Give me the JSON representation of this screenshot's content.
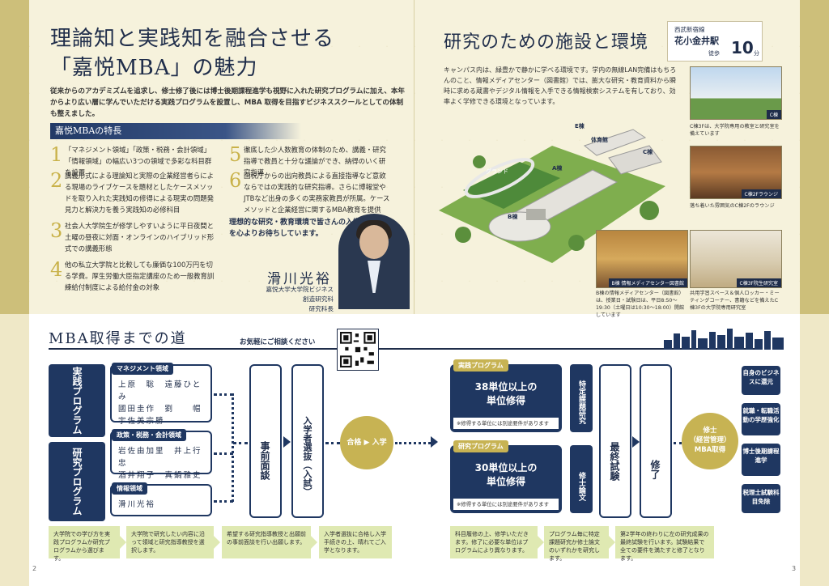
{
  "left": {
    "title_line1": "理論知と実践知を融合させる",
    "title_line2": "「嘉悦MBA」の魅力",
    "intro": "従来からのアカデミズムを追求し、修士修了後には博士後期課程進学も視野に入れた研究プログラムに加え、本年からより広い層に学んでいただける実践プログラムを設置し、MBA 取得を目指すビジネススクールとしての体制も整えました。",
    "features_heading": "嘉悦MBAの特長",
    "features": [
      {
        "num": "1",
        "text": "「マネジメント領域」「政策・税務・会計領域」「情報領域」の幅広い3つの領域で多彩な科目群を設置"
      },
      {
        "num": "2",
        "text": "講義形式による理論知と実際の企業経営者らによる現場のライブケースを題材としたケースメソッドを取り入れた実践知の修得による現実の問題発見力と解決力を養う実践知の必修科目"
      },
      {
        "num": "3",
        "text": "社会人大学院生が修学しやすいように平日夜間と土曜の昼夜に対面・オンラインのハイブリッド形式での講義形態"
      },
      {
        "num": "4",
        "text": "他の私立大学院と比較しても廉価な100万円を切る学費。厚生労働大臣指定講座のため一般教育訓練給付制度による給付金の対象"
      },
      {
        "num": "5",
        "text": "徹底した少人数教育の体制のため、講義・研究指導で教員と十分な議論ができ、納得のいく研究指導"
      },
      {
        "num": "6",
        "text": "国税庁からの出向教員による直接指導など意欲ならではの実践的な研究指導。さらに博報堂やJTBなど出身の多くの実務家教員が所属。ケースメソッドと企業経営に関するMBA教育を提供"
      }
    ],
    "invite": "理想的な研究・教育環境で皆さんの入学を心よりお待ちしています。",
    "person_name": "滑川光裕",
    "person_title_1": "嘉悦大学大学院ビジネス創造研究科",
    "person_title_2": "研究科長",
    "page": "2"
  },
  "right": {
    "title": "研究のための施設と環境",
    "station_line": "西武新宿線",
    "station_name": "花小金井駅",
    "walk_label": "徒歩",
    "walk_minutes": "10",
    "walk_unit": "分",
    "intro": "キャンパス内は、緑豊かで静かに学べる環境です。学内の無線LAN完備はもちろんのこと、情報メディアセンター（図書館）では、膨大な研究・教育資料から瞬時に求める蔵書やデジタル情報を入手できる情報検索システムを有しており、効率よく学修できる環境となっています。",
    "map_labels": {
      "ground": "グランド",
      "gym": "体育館",
      "a": "A棟",
      "b": "B棟",
      "c": "C棟",
      "e": "E棟"
    },
    "photos": [
      {
        "cap": "C棟",
        "desc": "C棟3Fは、大学院専用の教室と研究室を備えています"
      },
      {
        "cap": "C棟2Fラウンジ",
        "desc": "落ち着いた雰囲気のC棟2Fのラウンジ"
      },
      {
        "cap": "B棟 情報メディアセンター図書館",
        "desc": "B棟の情報メディアセンター（図書館）は、授業日・試験日は、平日8:50〜19:30（土曜日は10:30〜18:00）開館しています"
      },
      {
        "cap": "C棟3F院生研究室",
        "desc": "共用学習スペース＆個人ロッカー・ミーティングコーナー、書籍などを備えたC棟3Fの大学院専用研究室"
      }
    ],
    "page": "3"
  },
  "road": {
    "title": "MBA取得までの道",
    "consult": "お気軽にご相談ください",
    "program_practical": "実践プログラム",
    "program_research": "研究プログラム",
    "domain_mgmt": "マネジメント領域",
    "mgmt_names": [
      "上原　聡",
      "遠藤ひとみ",
      "國田圭作",
      "劉　　帽",
      "宇佐美宗勝"
    ],
    "domain_policy": "政策・税務・会計領域",
    "policy_names": [
      "岩佐由加里",
      "井上行忠",
      "酒井翔子",
      "真鍋雅史"
    ],
    "domain_info": "情報領域",
    "info_names": [
      "滑川光裕"
    ],
    "step_interview": "事前面談",
    "step_exam": "入学者選抜（入試）",
    "pass": "合格",
    "enroll": "入学",
    "practical_tag": "実践プログラム",
    "practical_credits_1": "38単位以上の",
    "practical_credits_2": "単位修得",
    "research_tag": "研究プログラム",
    "research_credits_1": "30単位以上の",
    "research_credits_2": "単位修得",
    "req_note": "※修得する単位には別途要件があります",
    "special_research": "特定課題研究",
    "thesis": "修士論文",
    "final_exam": "最終試験",
    "complete": "修了",
    "degree_1": "修士",
    "degree_2": "（経営管理）",
    "degree_3": "MBA取得",
    "outcomes": [
      "自身のビジネスに還元",
      "就職・転職活動の学歴強化",
      "博士後期課程進学",
      "税理士試験科目免除"
    ],
    "notes": [
      "大学院での学び方を実践プログラムか研究プログラムから選びます。",
      "大学院で研究したい内容に沿って領域と研究指導教授を選択します。",
      "希望する研究指導教授と出願前の事前面談を行い出願します。",
      "入学者選抜に合格し入学手続きの上、晴れてご入学となります。",
      "科目履修の上、修学いただきます。修了に必要な単位はプログラムにより異なります。",
      "プログラム毎に特定課題研究か修士論文のいずれかを研究します。",
      "第2学年の終わりに左の研究成果の最終試験を行います。試験結果で全ての要件を満たすと修了となります。"
    ]
  }
}
